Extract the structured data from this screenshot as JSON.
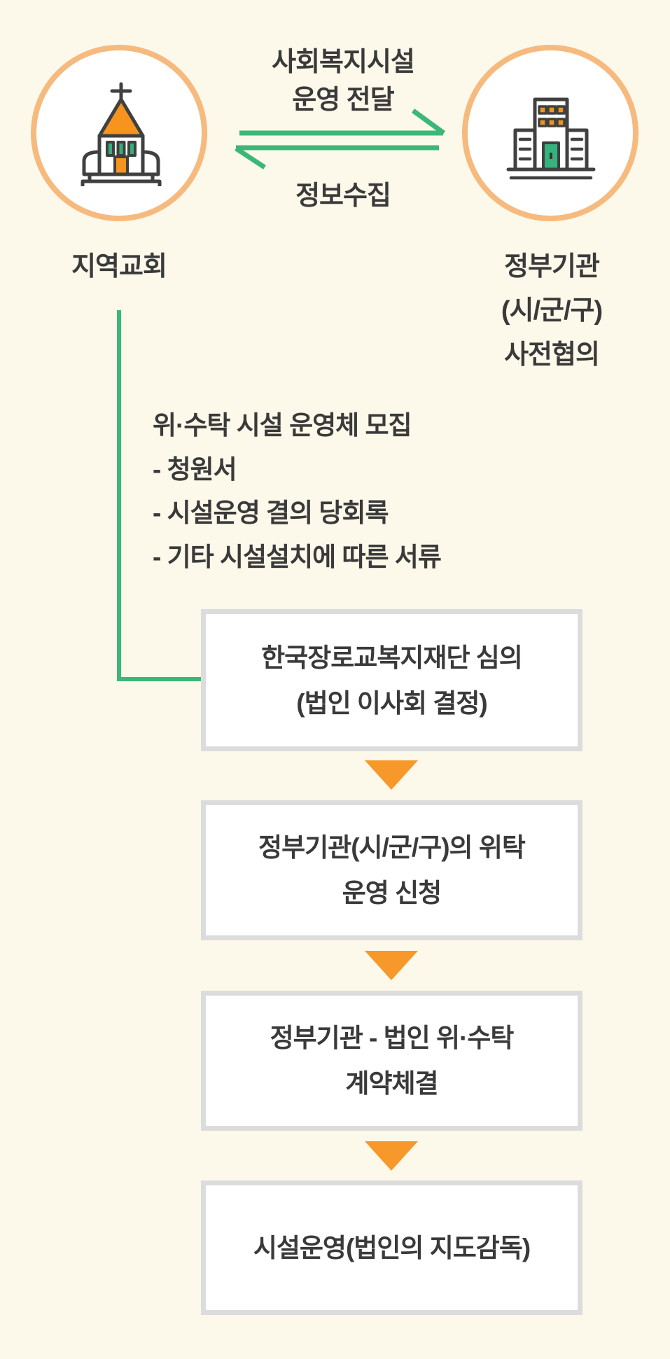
{
  "palette": {
    "background": "#fcf8ea",
    "circle_border": "#f6ba7e",
    "green_accent": "#3bb878",
    "orange_accent": "#f7982a",
    "icon_orange": "#f7941e",
    "icon_green": "#35af7b",
    "box_border": "#dcdcdc",
    "box_background": "#ffffff",
    "text": "#3a3a3a",
    "icon_outline": "#404040"
  },
  "church": {
    "label": "지역교회",
    "icon": "church-icon"
  },
  "government": {
    "label_lines": [
      "정부기관",
      "(시/군/구)",
      "사전협의"
    ],
    "icon": "government-building-icon"
  },
  "exchange": {
    "top_label_lines": [
      "사회복지시설",
      "운영 전달"
    ],
    "bottom_label": "정보수집"
  },
  "recruitment": {
    "title": "위·수탁 시설 운영체 모집",
    "items": [
      "- 청원서",
      "- 시설운영 결의 당회록",
      "- 기타 시설설치에 따른 서류"
    ]
  },
  "flow": {
    "boxes": [
      {
        "lines": [
          "한국장로교복지재단 심의",
          "(법인 이사회 결정)"
        ]
      },
      {
        "lines": [
          "정부기관(시/군/구)의 위탁",
          "운영 신청"
        ]
      },
      {
        "lines": [
          "정부기관 - 법인 위·수탁",
          "계약체결"
        ]
      },
      {
        "lines": [
          "시설운영(법인의 지도감독)"
        ]
      }
    ]
  }
}
